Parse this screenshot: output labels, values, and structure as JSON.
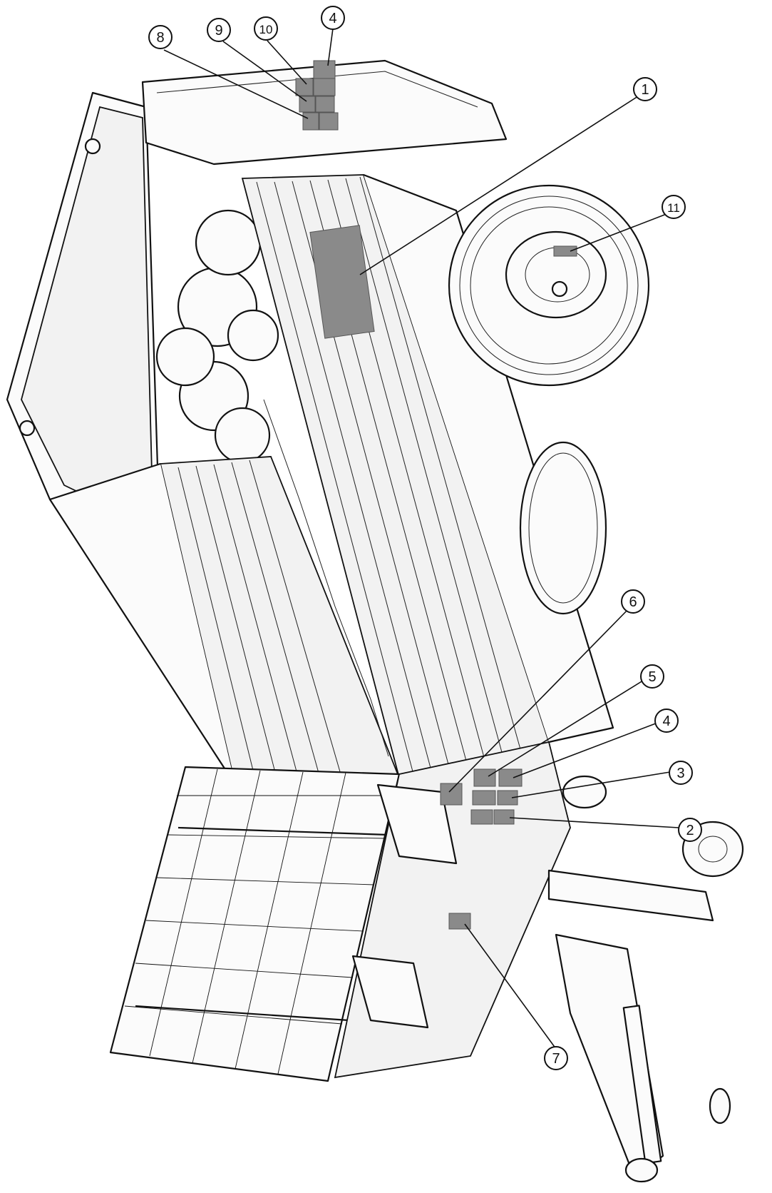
{
  "callouts": [
    {
      "id": "callout-1",
      "label": "1"
    },
    {
      "id": "callout-2",
      "label": "2"
    },
    {
      "id": "callout-3",
      "label": "3"
    },
    {
      "id": "callout-4a",
      "label": "4"
    },
    {
      "id": "callout-4b",
      "label": "4"
    },
    {
      "id": "callout-5",
      "label": "5"
    },
    {
      "id": "callout-6",
      "label": "6"
    },
    {
      "id": "callout-7",
      "label": "7"
    },
    {
      "id": "callout-8",
      "label": "8"
    },
    {
      "id": "callout-9",
      "label": "9"
    },
    {
      "id": "callout-10",
      "label": "10"
    },
    {
      "id": "callout-11",
      "label": "11"
    }
  ],
  "colors": {
    "decal": "#8a8a8a",
    "line": "#111111",
    "background": "#ffffff"
  }
}
